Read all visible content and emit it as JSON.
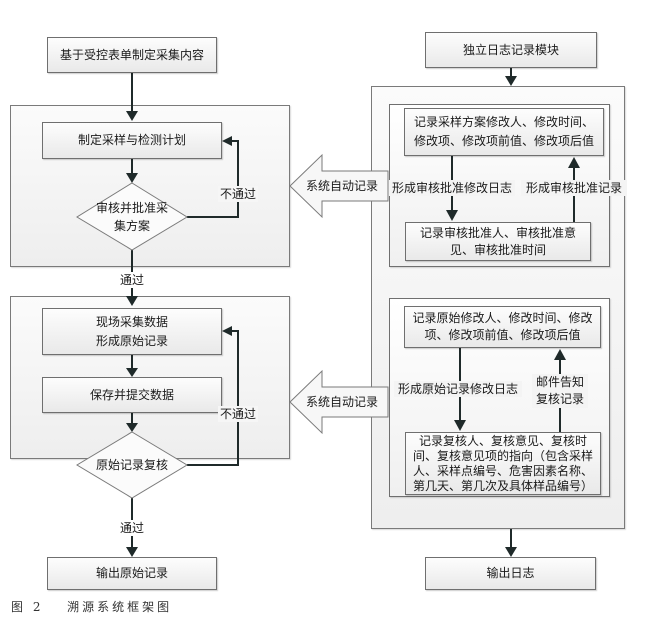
{
  "left_flow": {
    "start": "基于受控表单制定采集内容",
    "plan": "制定采样与检测计划",
    "approve_decision": "审核并批准采集方案",
    "approve_decision_line1": "审核并批准采",
    "approve_decision_line2": "集方案",
    "fail_label_1": "不通过",
    "pass_label_1": "通过",
    "collect_line1": "现场采集数据",
    "collect_line2": "形成原始记录",
    "save": "保存并提交数据",
    "review_decision": "原始记录复核",
    "fail_label_2": "不通过",
    "pass_label_2": "通过",
    "output": "输出原始记录"
  },
  "bridge": {
    "auto_record_1": "系统自动记录",
    "auto_record_2": "系统自动记录"
  },
  "right_flow": {
    "start": "独立日志记录模块",
    "group1": {
      "top_line1": "记录采样方案修改人、修改时间、",
      "top_line2": "修改项、修改项前值、修改项后值",
      "down_label": "形成审核批准修改日志",
      "up_label": "形成审核批准记录",
      "bottom_line1": "记录审核批准人、审核批准意",
      "bottom_line2": "见、审核批准时间"
    },
    "group2": {
      "top_line1": "记录原始修改人、修改时间、修改",
      "top_line2": "项、修改项前值、修改项后值",
      "down_label": "形成原始记录修改日志",
      "up_label_line1": "邮件告知",
      "up_label_line2": "复核记录",
      "bottom_line1": "记录复核人、复核意见、复核时",
      "bottom_line2": "间、复核意见项的指向（包含采样",
      "bottom_line3": "人、采样点编号、危害因素名称、",
      "bottom_line4": "第几天、第几次及具体样品编号）"
    },
    "output": "输出日志"
  },
  "caption": {
    "figure_number": "图 2",
    "title": "溯源系统框架图"
  },
  "colors": {
    "line": "#1f2a2a",
    "border": "#6f6f6f"
  }
}
